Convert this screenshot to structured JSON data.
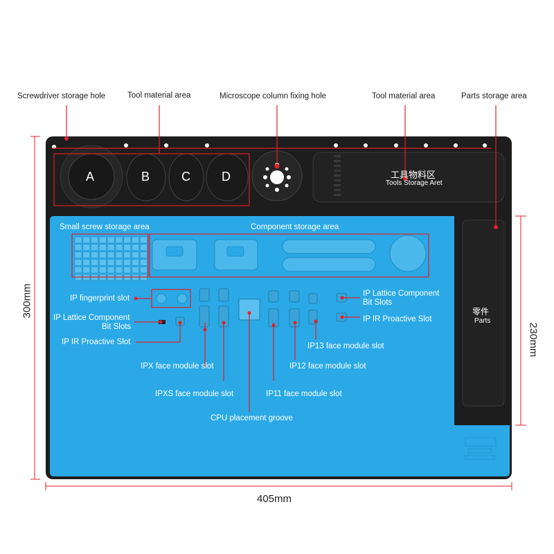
{
  "callouts_top": {
    "screwdriver_hole": "Screwdriver storage hole",
    "tool_area_left": "Tool material area",
    "microscope_hole": "Microscope column fixing hole",
    "tool_area_right": "Tool material area",
    "parts_storage": "Parts storage area"
  },
  "cups": [
    "A",
    "B",
    "C",
    "D"
  ],
  "tools_box": {
    "cn": "工具物料区",
    "en": "Tools Storage Aret"
  },
  "parts_box": {
    "cn": "零件",
    "en": "Parts"
  },
  "mat_labels": {
    "small_screw": "Small screw storage area",
    "component_storage": "Component storage area",
    "fingerprint_slot": "IP fingerprint slot",
    "lattice_left_1": "IP Lattice Component",
    "lattice_left_2": "Bit Slots",
    "ir_left": "IP IR Proactive Slot",
    "ipx": "IPX face module slot",
    "ipxs": "IPXS face module slot",
    "cpu": "CPU placement groove",
    "ip11": "IP11 face module slot",
    "ip12": "IP12 face module slot",
    "ip13": "IP13 face module slot",
    "lattice_right_1": "IP Lattice Component",
    "lattice_right_2": "Bit Slots",
    "ir_right": "IP IR Proactive Slot"
  },
  "dimensions": {
    "height": "300mm",
    "width": "405mm",
    "inner_height": "230mm"
  },
  "colors": {
    "mat_blue": "#2aa9e6",
    "black": "#1d1d1d",
    "callout_red": "#e0202a"
  }
}
